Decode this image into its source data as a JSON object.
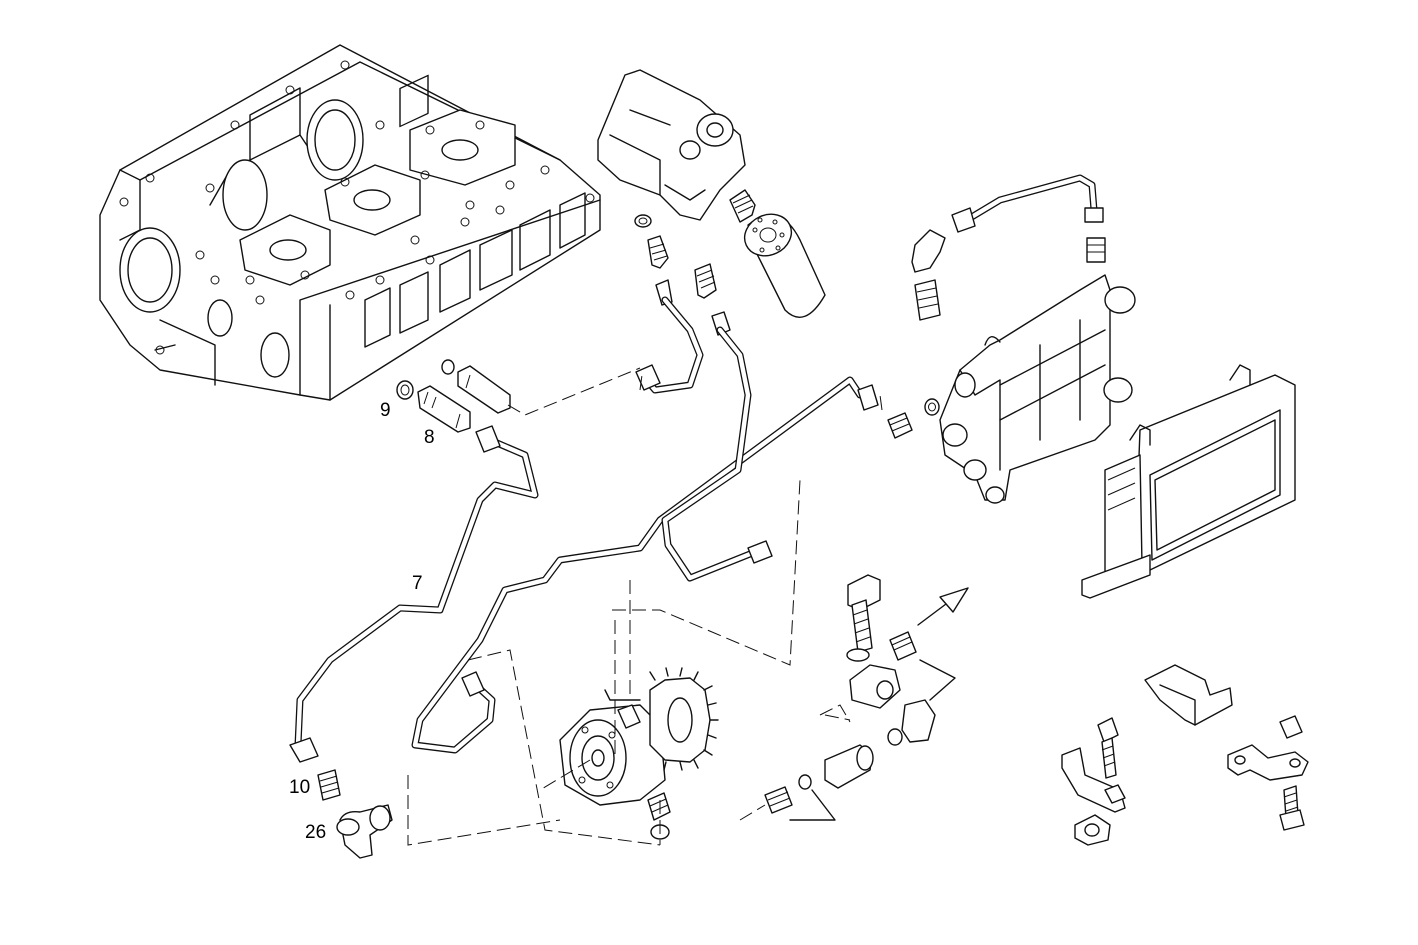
{
  "diagram": {
    "callouts": [
      {
        "id": "p9",
        "label": "9"
      },
      {
        "id": "p8",
        "label": "8"
      },
      {
        "id": "p7",
        "label": "7"
      },
      {
        "id": "p10",
        "label": "10"
      },
      {
        "id": "p26",
        "label": "26"
      }
    ]
  }
}
